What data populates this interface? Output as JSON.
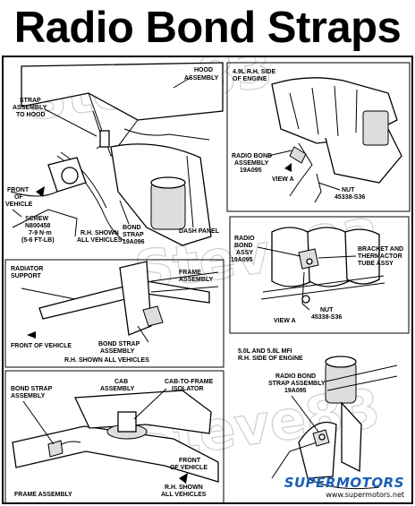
{
  "title": "Radio Bond Straps",
  "watermark": "Steve83",
  "panel_top_left": {
    "hood_assembly": [
      "HOOD",
      "ASSEMBLY"
    ],
    "strap_assembly_to_hood": [
      "STRAP",
      "ASSEMBLY",
      "TO HOOD"
    ],
    "front_of_vehicle": [
      "FRONT",
      "OF",
      "VEHICLE"
    ],
    "screw": [
      "SCREW",
      "N800458",
      "7-9 N·m",
      "(5-6 FT-LB)"
    ],
    "rh_shown": [
      "R.H. SHOWN",
      "ALL VEHICLES"
    ],
    "bond_strap": [
      "BOND",
      "STRAP",
      "19A096"
    ],
    "dash_panel": "DASH PANEL"
  },
  "panel_top_right": {
    "engine_side": [
      "4.9L R.H. SIDE",
      "OF ENGINE"
    ],
    "radio_bond_assembly": [
      "RADIO BOND",
      "ASSEMBLY",
      "19A095"
    ],
    "view_a": "VIEW A",
    "nut": [
      "NUT",
      "45338-S36"
    ]
  },
  "panel_middle_right": {
    "radio_bond_assy": [
      "RADIO",
      "BOND",
      "ASSY",
      "19A095"
    ],
    "bracket": [
      "BRACKET AND",
      "THERMACTOR",
      "TUBE ASSY"
    ],
    "view_a": "VIEW A",
    "nut": [
      "NUT",
      "45338-S36"
    ]
  },
  "panel_middle_left": {
    "radiator_support": [
      "RADIATOR",
      "SUPPORT"
    ],
    "frame_assembly": [
      "FRAME",
      "ASSEMBLY"
    ],
    "front_of_vehicle": "FRONT OF VEHICLE",
    "bond_strap_assembly": [
      "BOND STRAP",
      "ASSEMBLY"
    ],
    "rh_shown": "R.H. SHOWN ALL VEHICLES"
  },
  "panel_bottom_left": {
    "bond_strap_assembly": [
      "BOND STRAP",
      "ASSEMBLY"
    ],
    "cab_assembly": [
      "CAB",
      "ASSEMBLY"
    ],
    "cab_to_frame_isolator": [
      "CAB-TO-FRAME",
      "ISOLATOR"
    ],
    "front_of_vehicle": [
      "FRONT",
      "OF VEHICLE"
    ],
    "frame_assembly": "FRAME ASSEMBLY",
    "rh_shown": [
      "R.H. SHOWN",
      "ALL VEHICLES"
    ]
  },
  "panel_bottom_right": {
    "engine_side": [
      "5.0L AND 5.8L MFI",
      "R.H. SIDE OF ENGINE"
    ],
    "radio_bond_strap_assembly": [
      "RADIO BOND",
      "STRAP ASSEMBLY",
      "19A095"
    ]
  },
  "logo": {
    "name": "SUPERMOTORS",
    "url": "www.supermotors.net",
    "colors": {
      "name": "#1a5fb4"
    }
  }
}
